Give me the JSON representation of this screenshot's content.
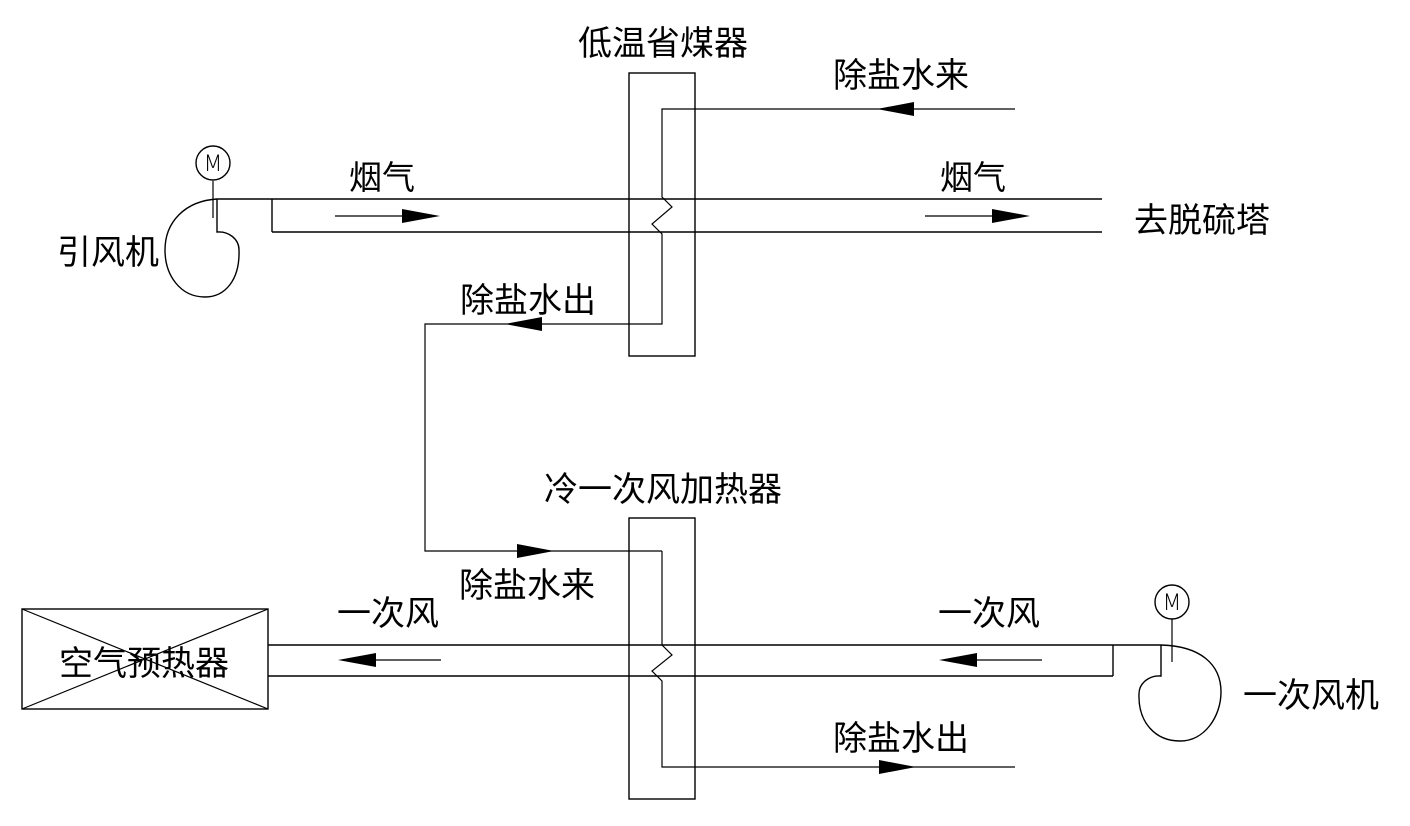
{
  "components": {
    "low_temp_economizer": "低温省煤器",
    "cold_primary_air_heater": "冷一次风加热器",
    "induced_draft_fan": "引风机",
    "primary_air_fan": "一次风机",
    "air_preheater": "空气预热器",
    "motor_symbol": "M"
  },
  "flows": {
    "flue_gas_in": "烟气",
    "flue_gas_out": "烟气",
    "to_desulfurization": "去脱硫塔",
    "top_water_in": "除盐水来",
    "top_water_out": "除盐水出",
    "bottom_water_in": "除盐水来",
    "bottom_water_out": "除盐水出",
    "primary_air_left": "一次风",
    "primary_air_right": "一次风"
  }
}
